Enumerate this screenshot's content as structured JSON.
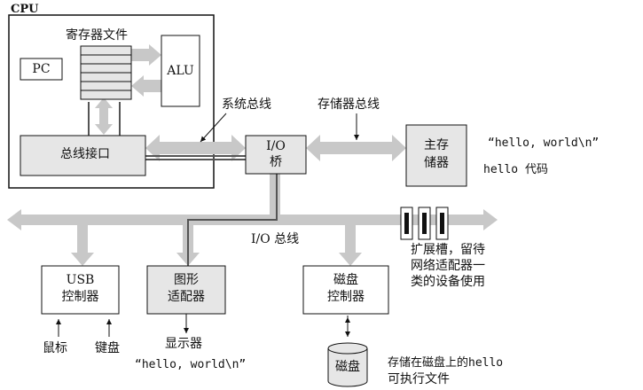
{
  "cpu": {
    "label": "CPU",
    "register_file": "寄存器文件",
    "pc": "PC",
    "alu": "ALU",
    "bus_interface": "总线接口"
  },
  "buses": {
    "system_bus": "系统总线",
    "memory_bus": "存储器总线",
    "io_bus": "I/O 总线"
  },
  "io_bridge": {
    "line1": "I/O",
    "line2": "桥"
  },
  "main_memory": {
    "line1": "主存",
    "line2": "储器",
    "string": "“hello, world\\n”",
    "code": "hello 代码"
  },
  "usb": {
    "line1": "USB",
    "line2": "控制器",
    "mouse": "鼠标",
    "keyboard": "键盘"
  },
  "graphics": {
    "line1": "图形",
    "line2": "适配器",
    "display": "显示器",
    "string": "“hello, world\\n”"
  },
  "disk_ctrl": {
    "line1": "磁盘",
    "line2": "控制器"
  },
  "disk": {
    "label": "磁盘",
    "desc1": "存储在磁盘上的hello",
    "desc2": "可执行文件"
  },
  "expansion": {
    "line1": "扩展槽，留待",
    "line2": "网络适配器一",
    "line3": "类的设备使用"
  },
  "colors": {
    "arrow_fill": "#c8c8c8",
    "box_fill": "#e6e6e6",
    "stroke": "#111111"
  }
}
